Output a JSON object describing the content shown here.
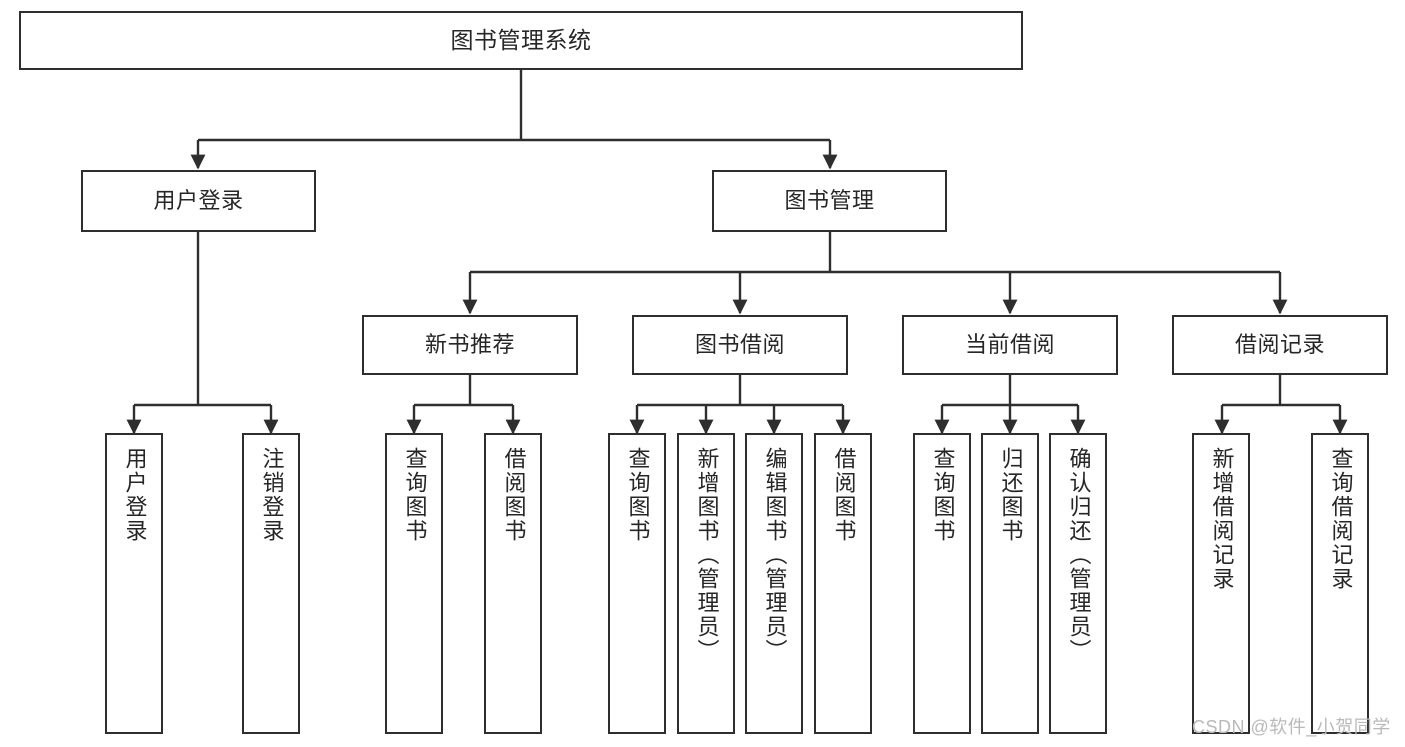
{
  "diagram": {
    "type": "tree",
    "title": "图书管理系统",
    "orientation": "top-down",
    "colors": {
      "box_border": "#2e2e2e",
      "box_fill": "#ffffff",
      "connector": "#2e2e2e",
      "text": "#262626",
      "watermark": "#b9b9b9",
      "background": "#ffffff"
    },
    "watermark": "CSDN @软件_小贺同学",
    "root": {
      "label": "图书管理系统"
    },
    "level2": [
      {
        "label": "用户登录"
      },
      {
        "label": "图书管理"
      }
    ],
    "level3": [
      {
        "label": "新书推荐"
      },
      {
        "label": "图书借阅"
      },
      {
        "label": "当前借阅"
      },
      {
        "label": "借阅记录"
      }
    ],
    "leaves": {
      "user_login": [
        {
          "label": "用户登录"
        },
        {
          "label": "注销登录"
        }
      ],
      "new_book_recommend": [
        {
          "label": "查询图书"
        },
        {
          "label": "借阅图书"
        }
      ],
      "book_borrow": [
        {
          "label": "查询图书"
        },
        {
          "label": "新增图书（管理员）"
        },
        {
          "label": "编辑图书（管理员）"
        },
        {
          "label": "借阅图书"
        }
      ],
      "current_borrow": [
        {
          "label": "查询图书"
        },
        {
          "label": "归还图书"
        },
        {
          "label": "确认归还（管理员）"
        }
      ],
      "borrow_record": [
        {
          "label": "新增借阅记录"
        },
        {
          "label": "查询借阅记录"
        }
      ]
    }
  }
}
